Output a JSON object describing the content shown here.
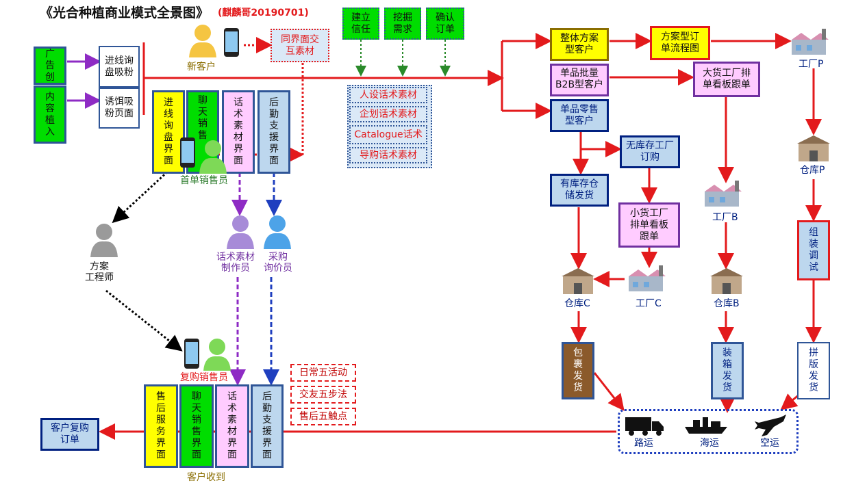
{
  "title": "《光合种植商业模式全景图》",
  "author": "(麒麟哥20190701)",
  "left_boxes": {
    "ad": "广告创",
    "content": "内容植入",
    "inquiry_page": "进线询盘吸粉",
    "lure_page": "诱饵吸粉页面"
  },
  "first_sale_panels": [
    "进线询盘界面",
    "聊天销售",
    "话术素材界面",
    "后勤支援界面"
  ],
  "repeat_panels": [
    "售后服务界面",
    "聊天销售界面",
    "话术素材界面",
    "后勤支援界面"
  ],
  "people": {
    "new_customer": "新客户",
    "first_sales": "首单销售员",
    "engineer": "方案\n工程师",
    "script_maker": "话术素材\n制作员",
    "purchaser": "采购\n询价员",
    "repeat_sales": "复购销售员",
    "customer_received": "客户收到"
  },
  "same_interface": "同界面交互素材",
  "green_steps": [
    "建立信任",
    "挖掘需求",
    "确认订单"
  ],
  "materials": [
    "人设话术素材",
    "企划话术素材",
    "Catalogue话术",
    "导购话术素材"
  ],
  "activities": [
    "日常五活动",
    "交友五步法",
    "售后五触点"
  ],
  "customer_types": [
    "整体方案型客户",
    "单品批量B2B型客户",
    "单品零售型客户"
  ],
  "flows": {
    "solution_order": "方案型订单流程图",
    "big_factory": "大货工厂排单看板跟单",
    "no_stock": "无库存工厂订购",
    "in_stock": "有库存仓储发货",
    "small_factory": "小货工厂排单看板跟单",
    "assemble": "组装调试",
    "parcel": "包裹发货",
    "box": "装箱发货",
    "pallet": "拼版发货"
  },
  "sites": {
    "factory_p": "工厂P",
    "warehouse_p": "仓库P",
    "factory_b": "工厂B",
    "warehouse_b": "仓库B",
    "factory_c": "工厂C",
    "warehouse_c": "仓库C"
  },
  "transport": [
    "路运",
    "海运",
    "空运"
  ],
  "repeat_order": "客户复购订单",
  "colors": {
    "arrow": "#e31a1c",
    "purple": "#7030a0",
    "blue": "#1f3fbf",
    "title_red": "#e31a1c",
    "green_text": "#2a7a2a"
  }
}
